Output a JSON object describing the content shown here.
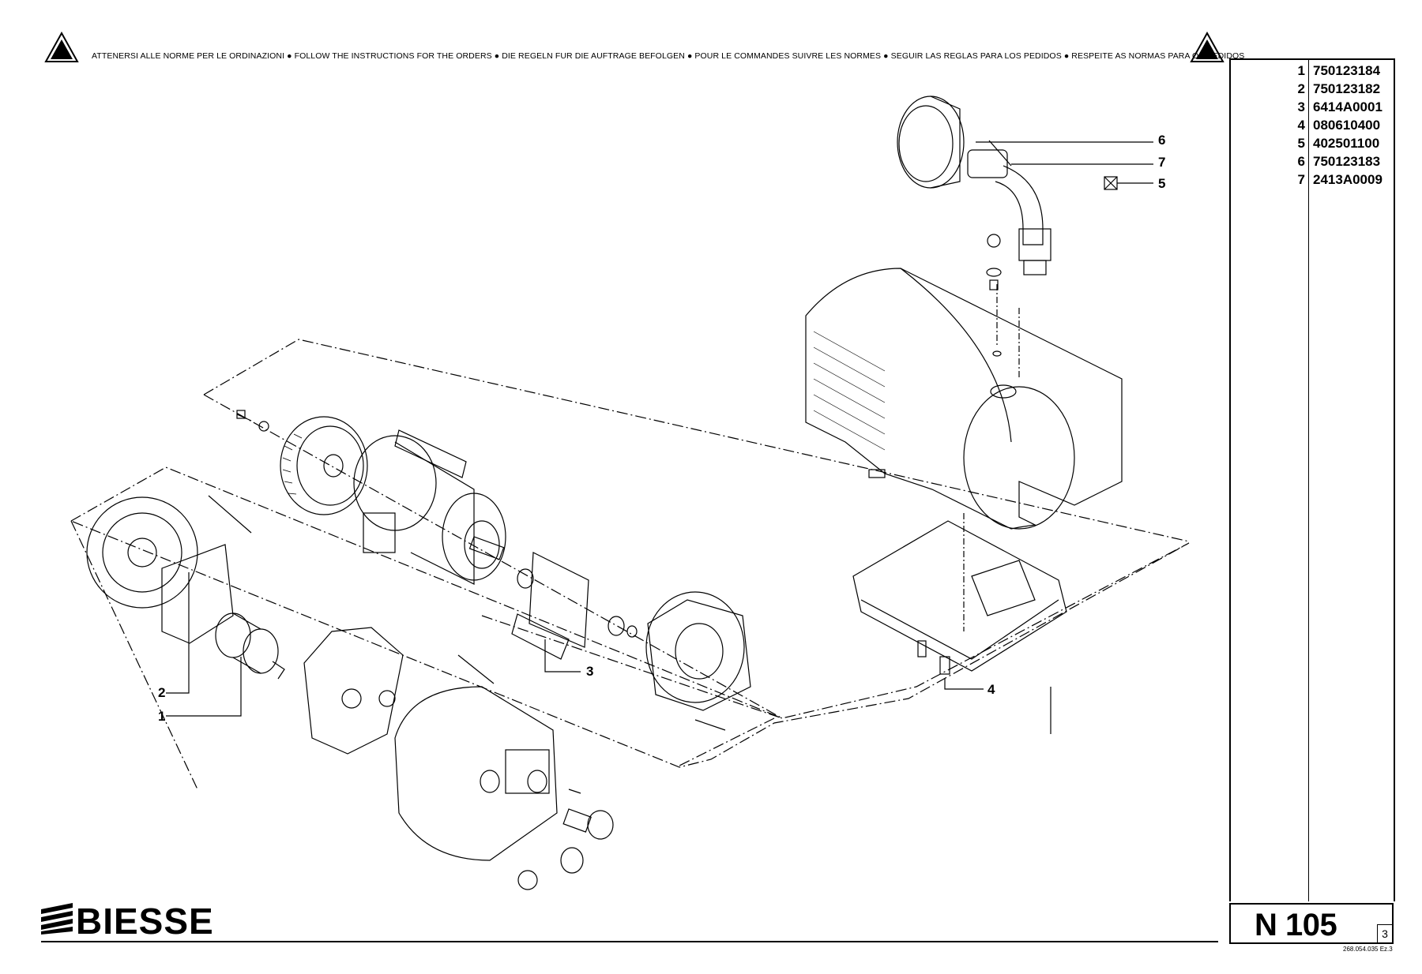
{
  "header": {
    "instructions": "ATTENERSI ALLE NORME PER LE ORDINAZIONI ● FOLLOW THE INSTRUCTIONS FOR THE ORDERS ● DIE REGELN FUR DIE AUFTRAGE BEFOLGEN ● POUR LE COMMANDES SUIVRE LES NORMES ● SEGUIR LAS REGLAS PARA LOS PEDIDOS ● RESPEITE AS NORMAS PARA OS PEDIDOS"
  },
  "parts": [
    {
      "num": "1",
      "code": "750123184"
    },
    {
      "num": "2",
      "code": "750123182"
    },
    {
      "num": "3",
      "code": "6414A0001"
    },
    {
      "num": "4",
      "code": "080610400"
    },
    {
      "num": "5",
      "code": "402501100"
    },
    {
      "num": "6",
      "code": "750123183"
    },
    {
      "num": "7",
      "code": "2413A0009"
    }
  ],
  "callouts": {
    "c1": "1",
    "c2": "2",
    "c3": "3",
    "c4": "4",
    "c5": "5",
    "c6": "6",
    "c7": "7"
  },
  "model": {
    "name": "N 105",
    "sheet": "3"
  },
  "document_number": "268.054.035 Ez.3",
  "logo": {
    "text": "BIESSE"
  },
  "icons": [
    "warning-triangle-icon",
    "warning-triangle-icon",
    "boxed-cross-icon",
    "biesse-stripes-icon"
  ]
}
